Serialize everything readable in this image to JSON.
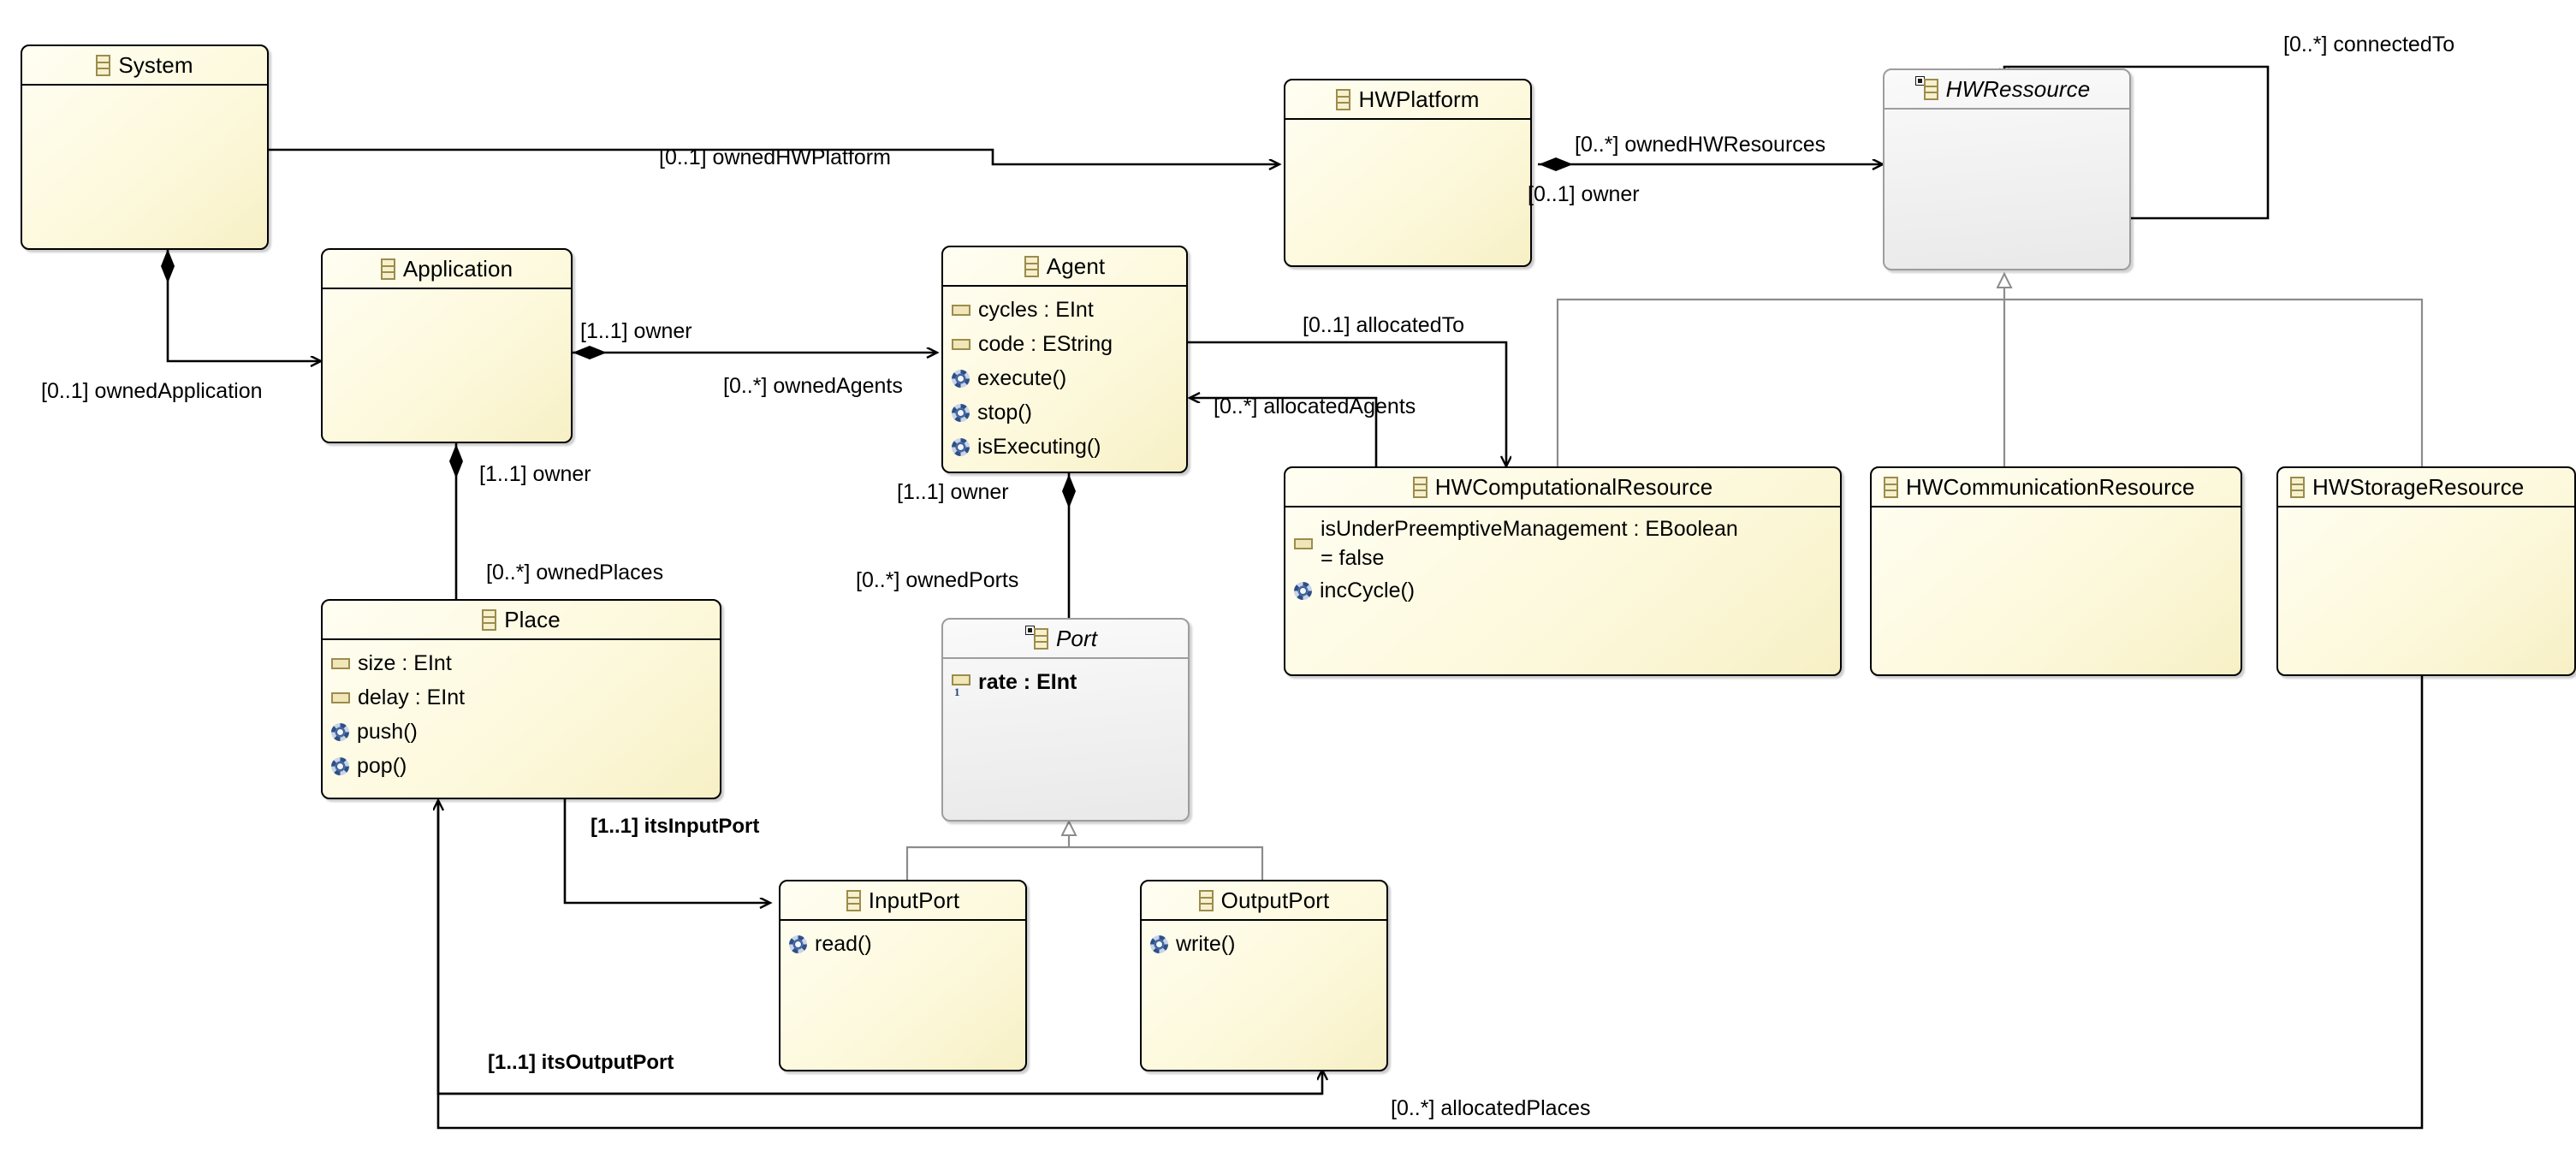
{
  "diagram": {
    "kind": "uml-class-diagram",
    "title": "",
    "background": "#ffffff",
    "colors": {
      "class_fill": "#fffdf0",
      "class_fill_end": "#f7f0c6",
      "class_border": "#000000",
      "abstract_fill": "#f3f3f3",
      "abstract_border": "#9d9d9d",
      "icon_gold": "#9c8c4d",
      "icon_blue": "#2e4f86",
      "edge": "#000000",
      "generalization": "#8c8c8c"
    }
  },
  "classes": [
    {
      "id": "system",
      "name": "System",
      "abstract": false,
      "icon": "eclass-icon",
      "attributes": [],
      "operations": []
    },
    {
      "id": "application",
      "name": "Application",
      "abstract": false,
      "icon": "eclass-icon",
      "attributes": [],
      "operations": []
    },
    {
      "id": "agent",
      "name": "Agent",
      "abstract": false,
      "icon": "eclass-icon",
      "attributes": [
        "cycles : EInt",
        "code : EString"
      ],
      "operations": [
        "execute()",
        "stop()",
        "isExecuting()"
      ]
    },
    {
      "id": "place",
      "name": "Place",
      "abstract": false,
      "icon": "eclass-icon",
      "attributes": [
        "size : EInt",
        "delay : EInt"
      ],
      "operations": [
        "push()",
        "pop()"
      ]
    },
    {
      "id": "port",
      "name": "Port",
      "abstract": true,
      "icon": "eclass-icon",
      "attributes": [
        "rate : EInt"
      ],
      "attribute_multiplicity": "1",
      "operations": []
    },
    {
      "id": "inputport",
      "name": "InputPort",
      "abstract": false,
      "icon": "eclass-icon",
      "attributes": [],
      "operations": [
        "read()"
      ]
    },
    {
      "id": "outputport",
      "name": "OutputPort",
      "abstract": false,
      "icon": "eclass-icon",
      "attributes": [],
      "operations": [
        "write()"
      ]
    },
    {
      "id": "hwplatform",
      "name": "HWPlatform",
      "abstract": false,
      "icon": "eclass-icon",
      "attributes": [],
      "operations": []
    },
    {
      "id": "hwressource",
      "name": "HWRessource",
      "abstract": true,
      "icon": "eclass-icon",
      "attributes": [],
      "operations": []
    },
    {
      "id": "hwcomputationalresource",
      "name": "HWComputationalResource",
      "abstract": false,
      "icon": "eclass-icon",
      "attributes": [
        "isUnderPreemptiveManagement : EBoolean\n= false"
      ],
      "operations": [
        "incCycle()"
      ]
    },
    {
      "id": "hwcommunicationresource",
      "name": "HWCommunicationResource",
      "abstract": false,
      "icon": "eclass-icon",
      "attributes": [],
      "operations": []
    },
    {
      "id": "hwstorageresource",
      "name": "HWStorageResource",
      "abstract": false,
      "icon": "eclass-icon",
      "attributes": [],
      "operations": []
    }
  ],
  "relations": [
    {
      "id": "r1",
      "label": "[0..1] ownedHWPlatform",
      "source": "system",
      "target": "hwplatform",
      "type": "composition",
      "bold": false
    },
    {
      "id": "r2",
      "label": "[0..1] ownedApplication",
      "source": "system",
      "target": "application",
      "type": "composition",
      "bold": false
    },
    {
      "id": "r3",
      "label": "[1..1] owner",
      "source": "application",
      "target": "agent",
      "type": "association",
      "bold": false
    },
    {
      "id": "r4",
      "label": "[0..*] ownedAgents",
      "source": "application",
      "target": "agent",
      "type": "composition",
      "bold": false
    },
    {
      "id": "r5",
      "label": "[1..1] owner",
      "source": "application",
      "target": "place",
      "type": "association",
      "bold": false
    },
    {
      "id": "r6",
      "label": "[0..*] ownedPlaces",
      "source": "application",
      "target": "place",
      "type": "composition",
      "bold": false
    },
    {
      "id": "r7",
      "label": "[1..1] owner",
      "source": "agent",
      "target": "port",
      "type": "association",
      "bold": false
    },
    {
      "id": "r8",
      "label": "[0..*] ownedPorts",
      "source": "agent",
      "target": "port",
      "type": "composition",
      "bold": false
    },
    {
      "id": "r9",
      "label": "[0..*] ownedHWResources",
      "source": "hwplatform",
      "target": "hwressource",
      "type": "composition",
      "bold": false
    },
    {
      "id": "r10",
      "label": "[0..1] owner",
      "source": "hwplatform",
      "target": "hwressource",
      "type": "association",
      "bold": false
    },
    {
      "id": "r11",
      "label": "[0..*] connectedTo",
      "source": "hwressource",
      "target": "hwressource",
      "type": "association",
      "bold": false
    },
    {
      "id": "r12",
      "label": "[0..1] allocatedTo",
      "source": "agent",
      "target": "hwcomputationalresource",
      "type": "association",
      "bold": false
    },
    {
      "id": "r13",
      "label": "[0..*] allocatedAgents",
      "source": "hwcomputationalresource",
      "target": "agent",
      "type": "association",
      "bold": false
    },
    {
      "id": "r14",
      "label": "[1..1] itsInputPort",
      "source": "place",
      "target": "inputport",
      "type": "association",
      "bold": true
    },
    {
      "id": "r15",
      "label": "[1..1] itsOutputPort",
      "source": "place",
      "target": "outputport",
      "type": "association",
      "bold": true
    },
    {
      "id": "r16",
      "label": "[0..*] allocatedPlaces",
      "source": "hwstorageresource",
      "target": "place",
      "type": "association",
      "bold": false
    }
  ],
  "generalizations": [
    {
      "source": "inputport",
      "target": "port"
    },
    {
      "source": "outputport",
      "target": "port"
    },
    {
      "source": "hwcomputationalresource",
      "target": "hwressource"
    },
    {
      "source": "hwcommunicationresource",
      "target": "hwressource"
    },
    {
      "source": "hwstorageresource",
      "target": "hwressource"
    }
  ]
}
